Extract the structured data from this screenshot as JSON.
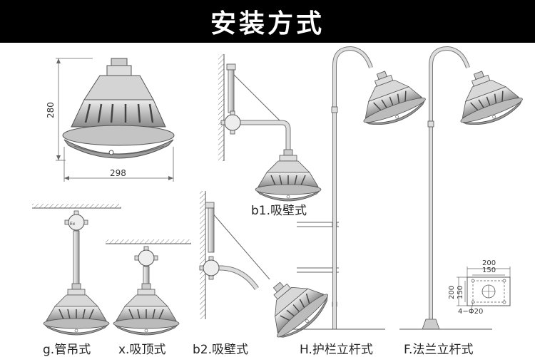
{
  "title": "安装方式",
  "dimensions": {
    "height": "280",
    "width": "298"
  },
  "labels": {
    "b1": "b1.吸壁式",
    "g": "g.管吊式",
    "x": "x.吸顶式",
    "b2": "b2.吸壁式",
    "h": "H.护栏立杆式",
    "f": "F.法兰立杆式"
  },
  "flange": {
    "w_outer": "200",
    "w_inner": "150",
    "h_outer": "200",
    "h_inner": "150",
    "holes": "4−Φ20"
  },
  "box_label": "Ex",
  "colors": {
    "header_bg": "#000000",
    "header_text": "#ffffff",
    "line": "#666666",
    "lamp_fill": "#d9d9d9"
  }
}
